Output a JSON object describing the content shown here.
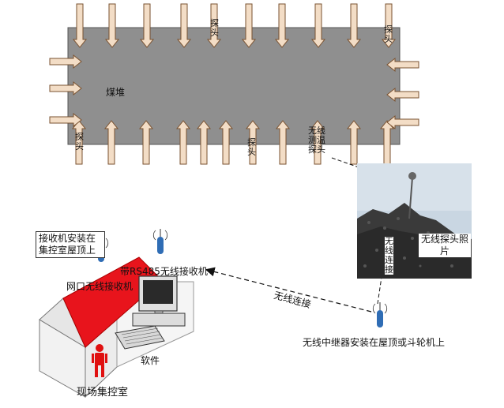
{
  "diagram": {
    "coal_pile_label": "煤堆",
    "probe_label": "探头",
    "wireless_probe_label": "无线测温探头",
    "photo_caption": "无线探头照片",
    "wireless_link_label": "无线连接",
    "wireless_link_label_2": "无线连接",
    "receiver_note": "接收机安装在集控室屋顶上",
    "receiver_rs485_label": "带RS485无线接收机",
    "receiver_lan_label": "网口无线接收机",
    "software_label": "软件",
    "control_room_label": "现场集控室",
    "repeater_label": "无线中继器安装在屋顶或斗轮机上",
    "colors": {
      "coal_pile": "#8f8f8f",
      "arrow_fill": "#f3ddc6",
      "arrow_stroke": "#7a5230",
      "roof": "#e8141c",
      "antenna": "#2f6db5",
      "person": "#e01010"
    },
    "icons": [
      "antenna-icon",
      "computer-icon",
      "person-icon",
      "house-icon"
    ]
  }
}
